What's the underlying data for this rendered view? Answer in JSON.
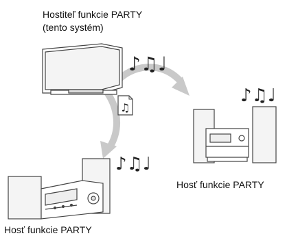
{
  "labels": {
    "host_title": "Hostiteľ funkcie PARTY",
    "host_subtitle": "(tento systém)",
    "guest_right": "Hosť funkcie PARTY",
    "guest_bottom": "Hosť funkcie PARTY"
  },
  "icons": {
    "music_note_glyphs": "♪♫♩",
    "file_note_glyph": "♫"
  },
  "colors": {
    "outline": "#444444",
    "arrow": "#c9c9c9",
    "fill_light": "#f4f4f4"
  }
}
